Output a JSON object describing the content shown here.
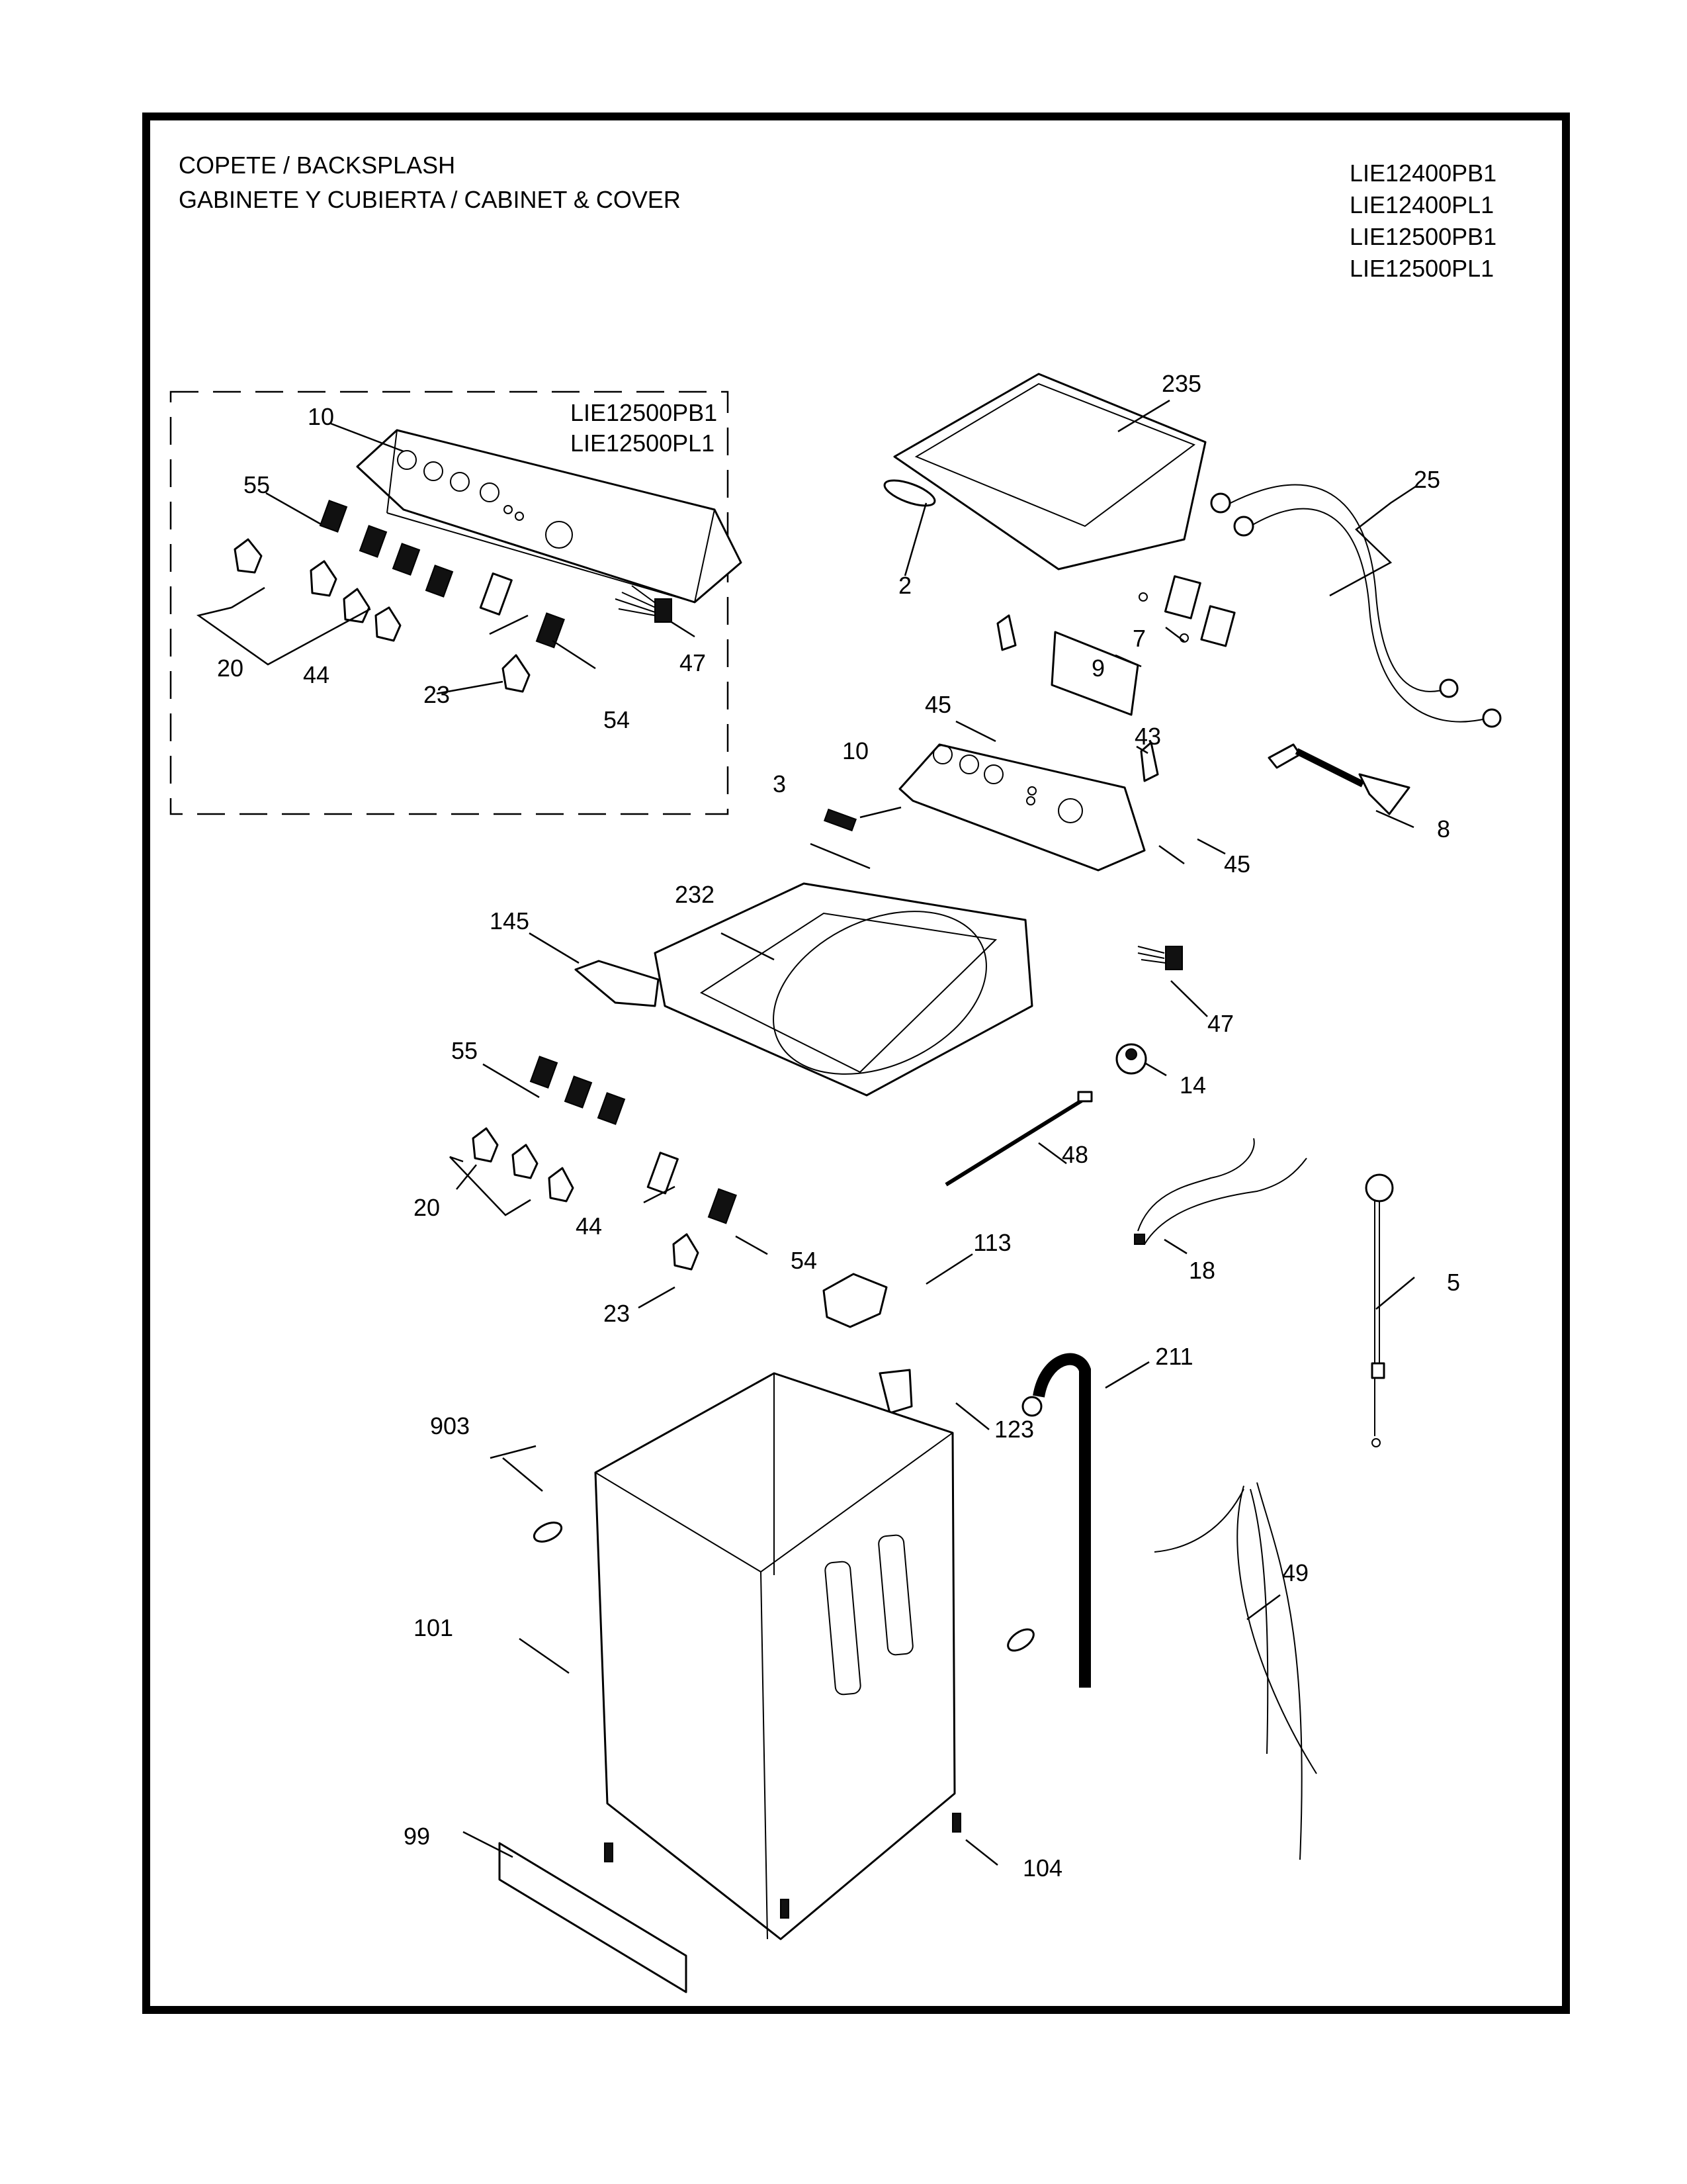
{
  "header": {
    "title_line1": "COPETE / BACKSPLASH",
    "title_line2": "GABINETE Y CUBIERTA / CABINET & COVER",
    "models": [
      "LIE12400PB1",
      "LIE12400PL1",
      "LIE12500PB1",
      "LIE12500PL1"
    ]
  },
  "inset": {
    "models": [
      "LIE12500PB1",
      "LIE12500PL1"
    ],
    "callouts": {
      "backsplash": "10",
      "selector_switches": "55",
      "knobs": "20",
      "led_board": "44",
      "wire_connector": "47",
      "switch": "54",
      "program_knob": "23"
    }
  },
  "callouts": {
    "lid": "235",
    "logo_badge": "2",
    "inlet_hoses": "25",
    "inlet_valve": "7",
    "valve_ring": "9",
    "bracket_left": "45",
    "control_board": "43",
    "bracket_right": "45",
    "backsplash": "10",
    "brand_emblem": "3",
    "drain_pump_hose": "8",
    "top_cover": "232",
    "dispenser": "145",
    "wire_connector": "47",
    "pressure_switch": "14",
    "selector_switches": "55",
    "harness_48": "48",
    "knobs": "20",
    "led_board": "44",
    "switch": "54",
    "harness_18": "18",
    "power_cord": "5",
    "program_knob": "23",
    "lid_lock": "113",
    "drain_hose": "211",
    "hose_clip": "123",
    "plug_button": "903",
    "cabinet": "101",
    "harness_49": "49",
    "kick_plate": "99",
    "leveling_foot": "104"
  }
}
